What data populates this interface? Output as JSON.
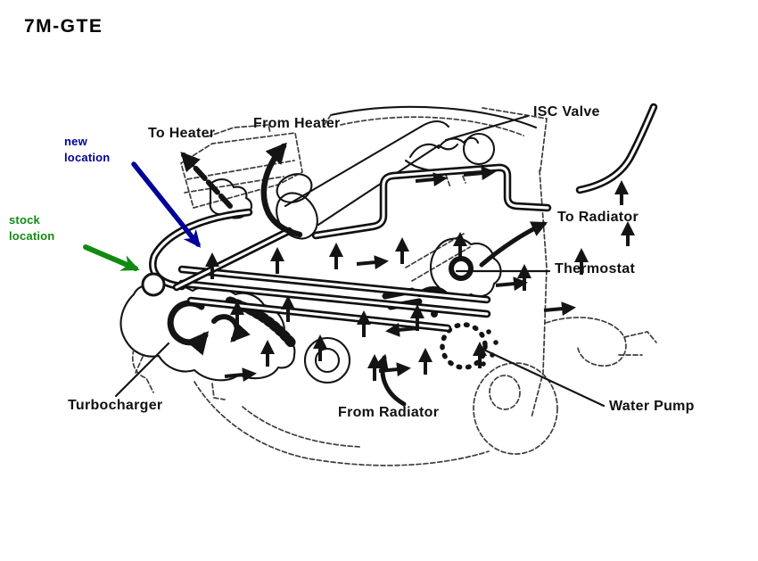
{
  "title": "7M-GTE",
  "colors": {
    "ink": "#141414",
    "accent_blue": "#000099",
    "accent_green": "#128a12",
    "paper": "#ffffff"
  },
  "annotations": {
    "new_location": {
      "text": "new\nlocation",
      "color": "#000099"
    },
    "stock_location": {
      "text": "stock\nlocation",
      "color": "#128a12"
    }
  },
  "labels": [
    {
      "id": "to-heater",
      "text": "To Heater"
    },
    {
      "id": "from-heater",
      "text": "From Heater"
    },
    {
      "id": "isc-valve",
      "text": "ISC Valve"
    },
    {
      "id": "to-radiator",
      "text": "To Radiator"
    },
    {
      "id": "thermostat",
      "text": "Thermostat"
    },
    {
      "id": "water-pump",
      "text": "Water Pump"
    },
    {
      "id": "from-radiator",
      "text": "From Radiator"
    },
    {
      "id": "turbocharger",
      "text": "Turbocharger"
    }
  ],
  "icons": {
    "new_location_arrow": "arrow-down-right",
    "stock_location_arrow": "arrow-down-right",
    "flow_arrows": "small-black-direction-arrows"
  }
}
